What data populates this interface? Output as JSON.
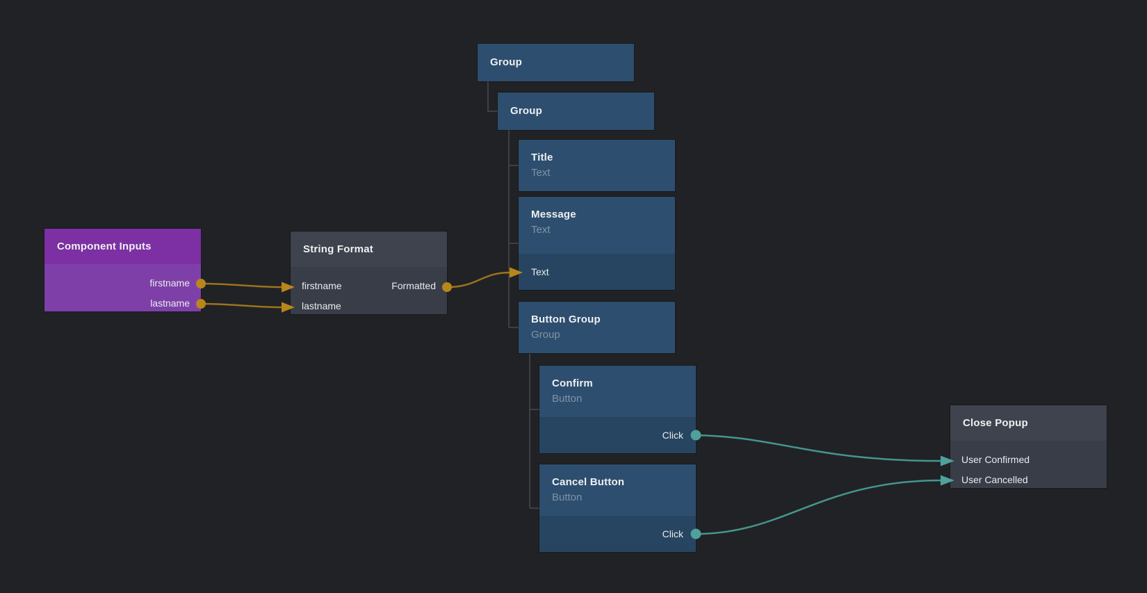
{
  "app": {
    "view": "node-graph-canvas",
    "description_visible_only": "visual programming node graph"
  },
  "colors": {
    "canvas_background": "#212225",
    "group_node": "#2d4e6e",
    "group_node_port_row": "#274560",
    "generic_node_header": "#3e434e",
    "generic_node_body": "#383d48",
    "component_inputs_header": "#7c30a3",
    "component_inputs_body": "#7e40a8",
    "data_connection": "#b8861c",
    "signal_connection": "#4a9d98",
    "hierarchy_line": "#47494d",
    "title_text": "#eef0f2",
    "subtitle_text": "#8093a8"
  },
  "nodes": {
    "component_inputs": {
      "title": "Component Inputs",
      "ports": {
        "firstname": {
          "label": "firstname",
          "direction": "output"
        },
        "lastname": {
          "label": "lastname",
          "direction": "output"
        }
      }
    },
    "string_format": {
      "title": "String Format",
      "ports": {
        "firstname": {
          "label": "firstname",
          "direction": "input"
        },
        "lastname": {
          "label": "lastname",
          "direction": "input"
        },
        "formatted": {
          "label": "Formatted",
          "direction": "output"
        }
      }
    },
    "group_outer": {
      "title": "Group"
    },
    "group_inner": {
      "title": "Group"
    },
    "title_node": {
      "title": "Title",
      "subtitle": "Text"
    },
    "message": {
      "title": "Message",
      "subtitle": "Text",
      "ports": {
        "text": {
          "label": "Text",
          "direction": "input"
        }
      }
    },
    "button_group": {
      "title": "Button Group",
      "subtitle": "Group"
    },
    "confirm": {
      "title": "Confirm",
      "subtitle": "Button",
      "ports": {
        "click": {
          "label": "Click",
          "direction": "output"
        }
      }
    },
    "cancel_button": {
      "title": "Cancel Button",
      "subtitle": "Button",
      "ports": {
        "click": {
          "label": "Click",
          "direction": "output"
        }
      }
    },
    "close_popup": {
      "title": "Close Popup",
      "ports": {
        "user_confirmed": {
          "label": "User Confirmed",
          "direction": "input"
        },
        "user_cancelled": {
          "label": "User Cancelled",
          "direction": "input"
        }
      }
    }
  },
  "hierarchy": [
    {
      "parent": "group_outer",
      "children": [
        "group_inner"
      ]
    },
    {
      "parent": "group_inner",
      "children": [
        "title_node",
        "message",
        "button_group"
      ]
    },
    {
      "parent": "button_group",
      "children": [
        "confirm",
        "cancel_button"
      ]
    }
  ],
  "connections": [
    {
      "from": "component_inputs.firstname",
      "to": "string_format.firstname",
      "type": "data"
    },
    {
      "from": "component_inputs.lastname",
      "to": "string_format.lastname",
      "type": "data"
    },
    {
      "from": "string_format.formatted",
      "to": "message.text",
      "type": "data"
    },
    {
      "from": "confirm.click",
      "to": "close_popup.user_confirmed",
      "type": "signal"
    },
    {
      "from": "cancel_button.click",
      "to": "close_popup.user_cancelled",
      "type": "signal"
    }
  ]
}
